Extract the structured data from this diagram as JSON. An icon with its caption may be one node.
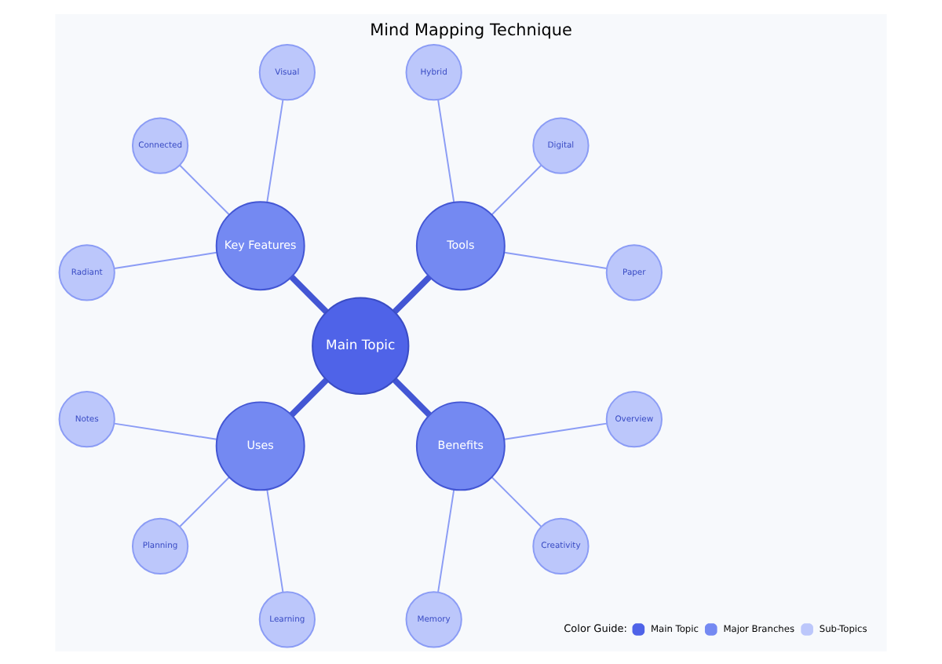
{
  "diagram": {
    "title": "Mind Mapping Technique",
    "nodes": [
      {
        "text": [
          "Main Topic"
        ]
      },
      {
        "text": [
          "Tools"
        ]
      },
      {
        "text": [
          "Paper"
        ]
      },
      {
        "text": [
          "Digital"
        ]
      },
      {
        "text": [
          "Hybrid"
        ]
      },
      {
        "text": [
          "Key Features"
        ]
      },
      {
        "text": [
          "Visual"
        ]
      },
      {
        "text": [
          "Connected"
        ]
      },
      {
        "text": [
          "Radiant"
        ]
      },
      {
        "text": [
          "Uses"
        ]
      },
      {
        "text": [
          "Notes"
        ]
      },
      {
        "text": [
          "Planning"
        ]
      },
      {
        "text": [
          "Learning"
        ]
      },
      {
        "text": [
          "Benefits"
        ]
      },
      {
        "text": [
          "Memory"
        ]
      },
      {
        "text": [
          "Creativity"
        ]
      },
      {
        "text": [
          "Overview"
        ]
      }
    ],
    "edges": [
      {
        "from": 0,
        "to": 1,
        "arrow": "none",
        "style": "thick",
        "color": "#4356d4"
      },
      {
        "from": 0,
        "to": 5,
        "arrow": "none",
        "style": "thick",
        "color": "#4356d4"
      },
      {
        "from": 0,
        "to": 9,
        "arrow": "none",
        "style": "thick",
        "color": "#4356d4"
      },
      {
        "from": 0,
        "to": 13,
        "arrow": "none",
        "style": "thick",
        "color": "#4356d4"
      },
      {
        "from": 1,
        "to": 2,
        "arrow": "none"
      },
      {
        "from": 1,
        "to": 3,
        "arrow": "none"
      },
      {
        "from": 1,
        "to": 4,
        "arrow": "none"
      },
      {
        "from": 5,
        "to": 6,
        "arrow": "none"
      },
      {
        "from": 5,
        "to": 7,
        "arrow": "none"
      },
      {
        "from": 5,
        "to": 8,
        "arrow": "none"
      },
      {
        "from": 9,
        "to": 10,
        "arrow": "none"
      },
      {
        "from": 9,
        "to": 11,
        "arrow": "none"
      },
      {
        "from": 9,
        "to": 12,
        "arrow": "none"
      },
      {
        "from": 13,
        "to": 14,
        "arrow": "none"
      },
      {
        "from": 13,
        "to": 15,
        "arrow": "none"
      },
      {
        "from": 13,
        "to": 16,
        "arrow": "none"
      }
    ],
    "labels": [
      "Color Guide:"
    ],
    "legend": [
      {
        "text": "Main Topic",
        "color": "#4f63e8"
      },
      {
        "text": "Major Branches",
        "color": "#7489f2"
      },
      {
        "text": "Sub-Topics",
        "color": "#bcc7fb"
      }
    ]
  }
}
